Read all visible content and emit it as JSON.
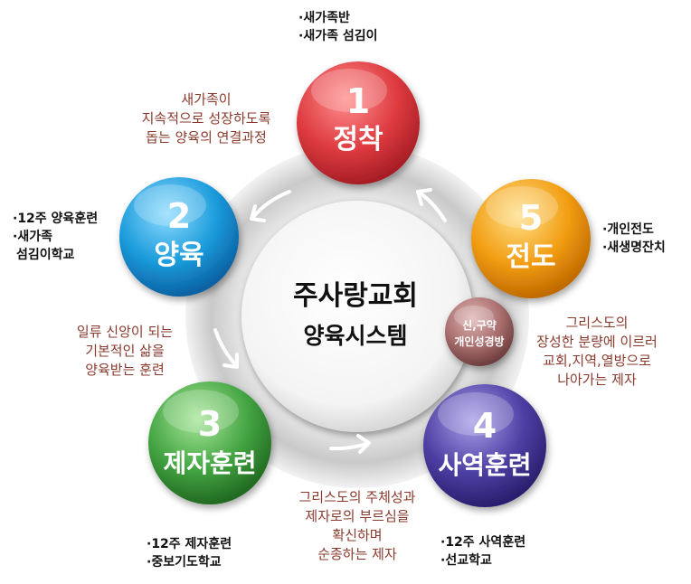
{
  "center": {
    "line1": "주사랑교회",
    "line2": "양육시스템"
  },
  "stages": [
    {
      "number": "1",
      "name": "정착",
      "color": "#d9383f"
    },
    {
      "number": "2",
      "name": "양육",
      "color": "#1a9ad8"
    },
    {
      "number": "3",
      "name": "제자훈련",
      "color": "#3f9a3d"
    },
    {
      "number": "4",
      "name": "사역훈련",
      "color": "#4a3d9e"
    },
    {
      "number": "5",
      "name": "전도",
      "color": "#f09a10"
    }
  ],
  "mini_circle": {
    "line1": "신,구약",
    "line2": "개인성경방",
    "color": "#a86d6d"
  },
  "notes": {
    "n1": [
      "새가족이",
      "지속적으로 성장하도록",
      "돕는 양육의 연결과정"
    ],
    "n2": [
      "일류 신앙이 되는",
      "기본적인 삶을",
      "양육받는 훈련"
    ],
    "n3": [
      "그리스도의 주체성과",
      "제자로의 부르심을",
      "확신하며",
      "순종하는 제자"
    ],
    "n5": [
      "그리스도의",
      "장성한 분량에 이르러",
      "교회,지역,열방으로",
      "나아가는 제자"
    ]
  },
  "bullets": {
    "b1": [
      "·새가족반",
      "·새가족 섬김이"
    ],
    "b2": [
      "·12주 양육훈련",
      "·새가족",
      "섬김이학교"
    ],
    "b3": [
      "·12주 제자훈련",
      "·중보기도학교"
    ],
    "b4": [
      "·12주 사역훈련",
      "·선교학교"
    ],
    "b5": [
      "·개인전도",
      "·새생명잔치"
    ]
  }
}
